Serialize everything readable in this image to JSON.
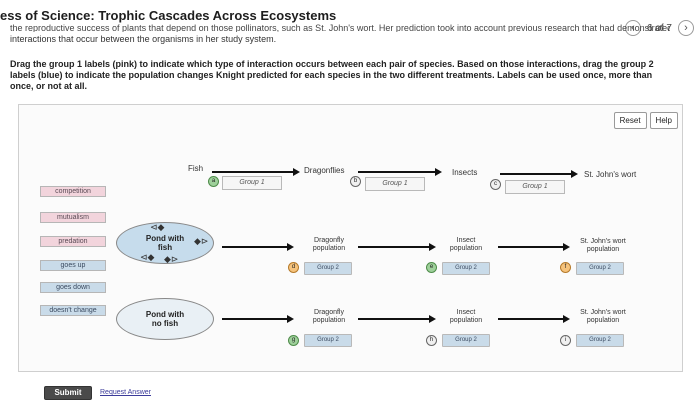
{
  "header": {
    "title": "ess of Science: Trophic Cascades Across Ecosystems",
    "pager_count": "6 of 7",
    "prev_glyph": "‹",
    "next_glyph": "›"
  },
  "intro": {
    "cut_line": "the reproductive success of plants that depend on those pollinators, such as St. John's wort. Her prediction took into account previous research that had demonstrated the type of",
    "line2": "interactions that occur between the organisms in her study system."
  },
  "instructions": "Drag the group 1 labels (pink) to indicate which type of interaction occurs between each pair of species. Based on those interactions, drag the group 2 labels (blue) to indicate the population changes Knight predicted for each species in the two different treatments. Labels can be used once, more than once, or not at all.",
  "toolbar": {
    "reset": "Reset",
    "help": "Help"
  },
  "labels": {
    "group1": [
      "competition",
      "mutualism",
      "predation"
    ],
    "group2": [
      "goes up",
      "goes down",
      "doesn't change"
    ]
  },
  "species": {
    "fish": "Fish",
    "dragonflies": "Dragonflies",
    "insects": "Insects",
    "stjohns": "St. John's wort"
  },
  "group1_drops": [
    {
      "badge": "a",
      "text": "Group 1"
    },
    {
      "badge": "b",
      "text": "Group 1"
    },
    {
      "badge": "c",
      "text": "Group 1"
    }
  ],
  "ponds": {
    "with_fish": "Pond with fish",
    "no_fish": "Pond with no fish"
  },
  "rows": {
    "with_fish": {
      "dragonfly": {
        "label": "Dragonfly population",
        "badge": "d",
        "drop": "Group 2"
      },
      "insect": {
        "label": "Insect population",
        "badge": "e",
        "drop": "Group 2"
      },
      "wort": {
        "label": "St. John's wort population",
        "badge": "f",
        "drop": "Group 2"
      }
    },
    "no_fish": {
      "dragonfly": {
        "label": "Dragonfly population",
        "badge": "g",
        "drop": "Group 2"
      },
      "insect": {
        "label": "Insect population",
        "badge": "h",
        "drop": "Group 2"
      },
      "wort": {
        "label": "St. John's wort population",
        "badge": "i",
        "drop": "Group 2"
      }
    }
  },
  "footer": {
    "submit": "Submit",
    "request": "Request Answer"
  },
  "colors": {
    "pink": "#f2d4dc",
    "blue": "#c9dbe9",
    "green_badge": "#9ed09a",
    "orange_badge": "#f6c37c"
  }
}
